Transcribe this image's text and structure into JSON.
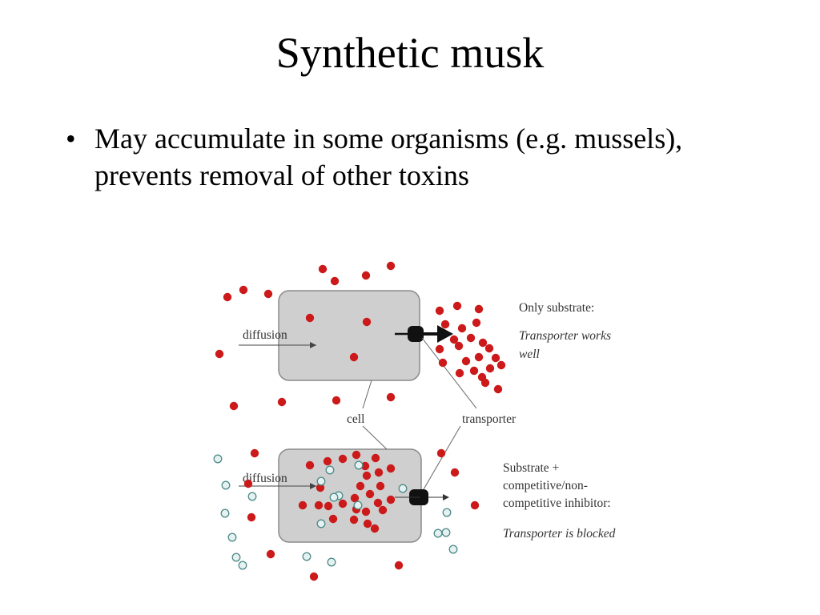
{
  "title": "Synthetic musk",
  "bullets": [
    "May accumulate in some organisms (e.g. mussels), prevents removal of other toxins"
  ],
  "bullet_symbol": "•",
  "diagram": {
    "diffusion_label": "diffusion",
    "cell_label": "cell",
    "transporter_label": "transporter",
    "top_caption": {
      "heading": "Only substrate:",
      "italic_lines": [
        "Transporter works",
        "well"
      ]
    },
    "bottom_caption": {
      "lines": [
        "Substrate +",
        "competitive/non-",
        "competitive inhibitor:"
      ],
      "italic_line": "Transporter is blocked"
    },
    "colors": {
      "substrate": "#cc1a1a",
      "inhibitor_fill": "#e6f2f2",
      "inhibitor_stroke": "#4e8a8a",
      "cell_fill": "#cfcfcf",
      "cell_stroke": "#8a8a8a"
    },
    "icons": [
      "arrow-icon",
      "transporter-icon"
    ]
  }
}
